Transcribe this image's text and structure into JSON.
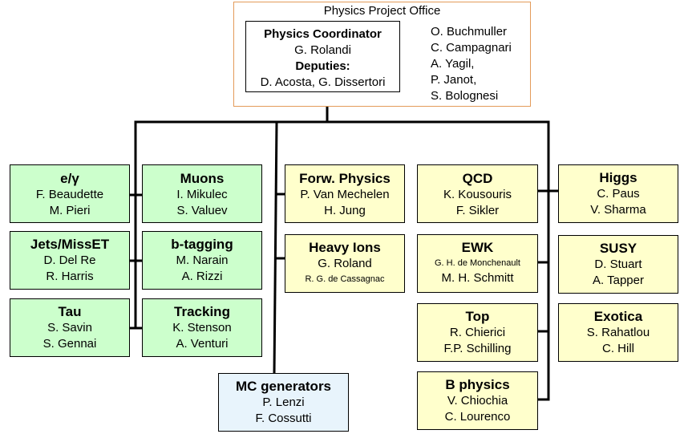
{
  "office": {
    "title": "Physics Project Office",
    "coordinator_label": "Physics Coordinator",
    "coordinator": "G. Rolandi",
    "deputies_label": "Deputies:",
    "deputies": "D. Acosta, G. Dissertori",
    "members": [
      "O. Buchmuller",
      "C. Campagnari",
      "A. Yagil,",
      "P. Janot,",
      "S. Bolognesi"
    ]
  },
  "groups": {
    "egamma": {
      "title": "e/γ",
      "people": [
        "F. Beaudette",
        "M. Pieri"
      ]
    },
    "jets": {
      "title": "Jets/MissET",
      "people": [
        "D. Del Re",
        "R. Harris"
      ]
    },
    "tau": {
      "title": "Tau",
      "people": [
        "S. Savin",
        "S. Gennai"
      ]
    },
    "muons": {
      "title": "Muons",
      "people": [
        "I. Mikulec",
        "S. Valuev"
      ]
    },
    "btag": {
      "title": "b-tagging",
      "people": [
        "M. Narain",
        "A. Rizzi"
      ]
    },
    "tracking": {
      "title": "Tracking",
      "people": [
        "K. Stenson",
        "A. Venturi"
      ]
    },
    "mc": {
      "title": "MC generators",
      "people": [
        "P. Lenzi",
        "F. Cossutti"
      ]
    },
    "forward": {
      "title": "Forw. Physics",
      "people": [
        "P. Van Mechelen",
        "H. Jung"
      ]
    },
    "heavyions": {
      "title": "Heavy Ions",
      "people": [
        "G. Roland",
        "R. G. de Cassagnac"
      ]
    },
    "qcd": {
      "title": "QCD",
      "people": [
        "K. Kousouris",
        "F. Sikler"
      ]
    },
    "ewk": {
      "title": "EWK",
      "people": [
        "G. H. de Monchenault",
        "M. H. Schmitt"
      ]
    },
    "top": {
      "title": "Top",
      "people": [
        "R. Chierici",
        "F.P. Schilling"
      ]
    },
    "bphysics": {
      "title": "B physics",
      "people": [
        "V. Chiochia",
        "C. Lourenco"
      ]
    },
    "higgs": {
      "title": "Higgs",
      "people": [
        "C. Paus",
        "V. Sharma"
      ]
    },
    "susy": {
      "title": "SUSY",
      "people": [
        "D. Stuart",
        "A. Tapper"
      ]
    },
    "exotica": {
      "title": "Exotica",
      "people": [
        "S. Rahatlou",
        "C. Hill"
      ]
    }
  },
  "colors": {
    "green": "#ccffcc",
    "yellow": "#ffffcc",
    "blue": "#e8f4fc",
    "office_border": "#e39b5a"
  }
}
